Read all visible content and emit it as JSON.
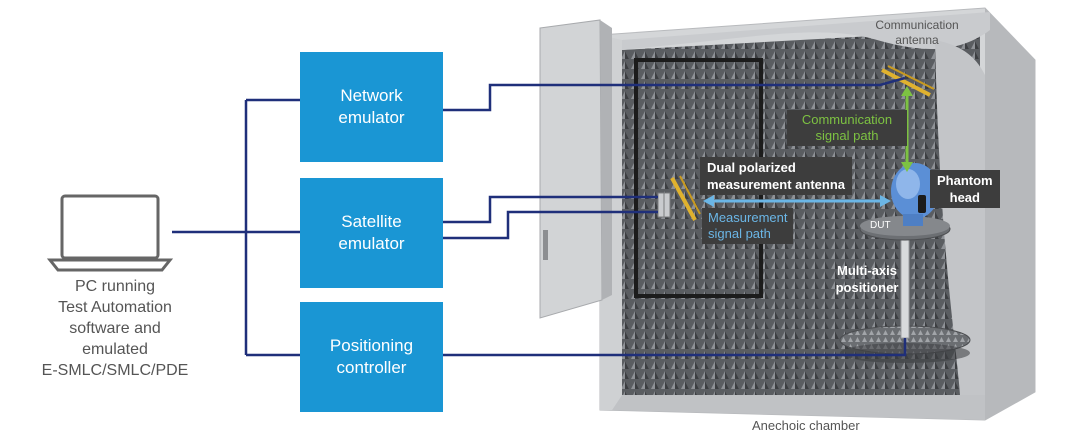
{
  "pc": {
    "caption": "PC running\nTest Automation\nsoftware and\nemulated\nE-SMLC/SMLC/PDE"
  },
  "boxes": {
    "network_emulator": "Network\nemulator",
    "satellite_emulator": "Satellite\nemulator",
    "positioning_controller": "Positioning\ncontroller"
  },
  "chamber": {
    "communication_antenna": "Communication\nantenna",
    "communication_signal_path": "Communication\nsignal path",
    "dual_polarized_antenna": "Dual polarized\nmeasurement antenna",
    "measurement_signal_path": "Measurement\nsignal path",
    "phantom_head": "Phantom\nhead",
    "dut": "DUT",
    "multi_axis_positioner": "Multi-axis\npositioner",
    "anechoic_chamber": "Anechoic chamber"
  },
  "colors": {
    "box_fill": "#1a96d4",
    "wire": "#1f2f7a",
    "communication_path": "#7dc242",
    "measurement_path": "#6bb6e6",
    "label_bg": "#3d3d3d",
    "chamber_gray": "#c8cacc"
  }
}
